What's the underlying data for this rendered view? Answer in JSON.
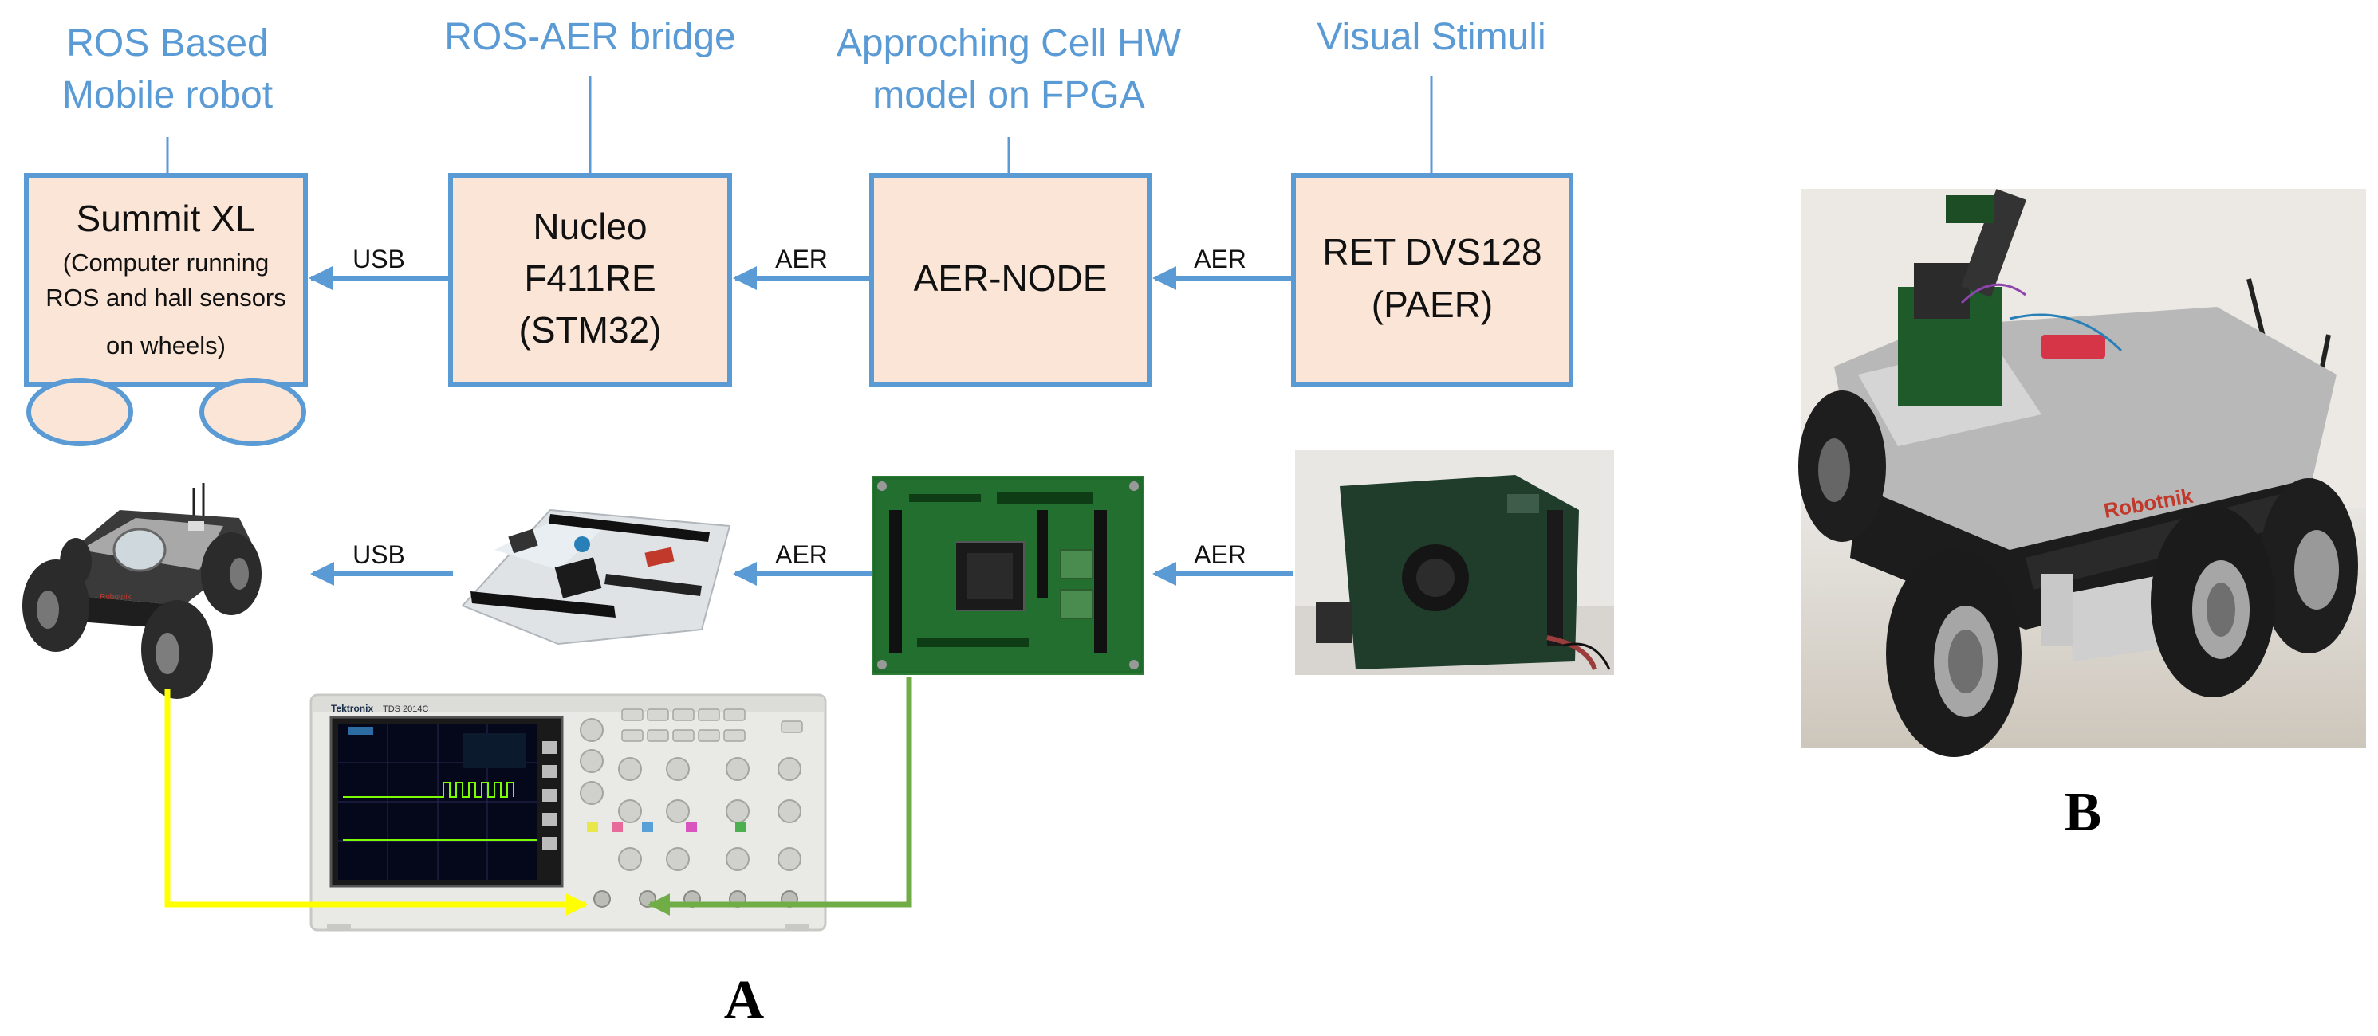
{
  "captions": {
    "robot": [
      "ROS Based",
      "Mobile robot"
    ],
    "bridge": [
      "ROS-AER bridge"
    ],
    "fpga": [
      "Approching Cell HW",
      "model on FPGA"
    ],
    "stimuli": [
      "Visual Stimuli"
    ]
  },
  "boxes": {
    "summit": {
      "title": "Summit XL",
      "lines": [
        "(Computer running",
        "ROS and hall sensors",
        "on wheels)"
      ]
    },
    "nucleo": {
      "lines": [
        "Nucleo",
        "F411RE",
        "(STM32)"
      ]
    },
    "aernode": {
      "lines": [
        "AER-NODE"
      ]
    },
    "ret": {
      "lines": [
        "RET DVS128",
        "(PAER)"
      ]
    }
  },
  "arrow_labels": {
    "top_usb": "USB",
    "top_aer1": "AER",
    "top_aer2": "AER",
    "bottom_usb": "USB",
    "bottom_aer1": "AER",
    "bottom_aer2": "AER"
  },
  "photo_labels": {
    "oscilloscope_brand": "Tektronix",
    "oscilloscope_model": "TDS 2014C",
    "robot_brand": "Robotnik"
  },
  "panels": {
    "a": "A",
    "b": "B"
  },
  "colors": {
    "box_fill": "#fbe5d6",
    "box_stroke": "#5b9bd5",
    "caption": "#5b9bd5",
    "arrow": "#5b9bd5",
    "yellow_wire": "#ffff00",
    "green_wire": "#70ad47"
  }
}
